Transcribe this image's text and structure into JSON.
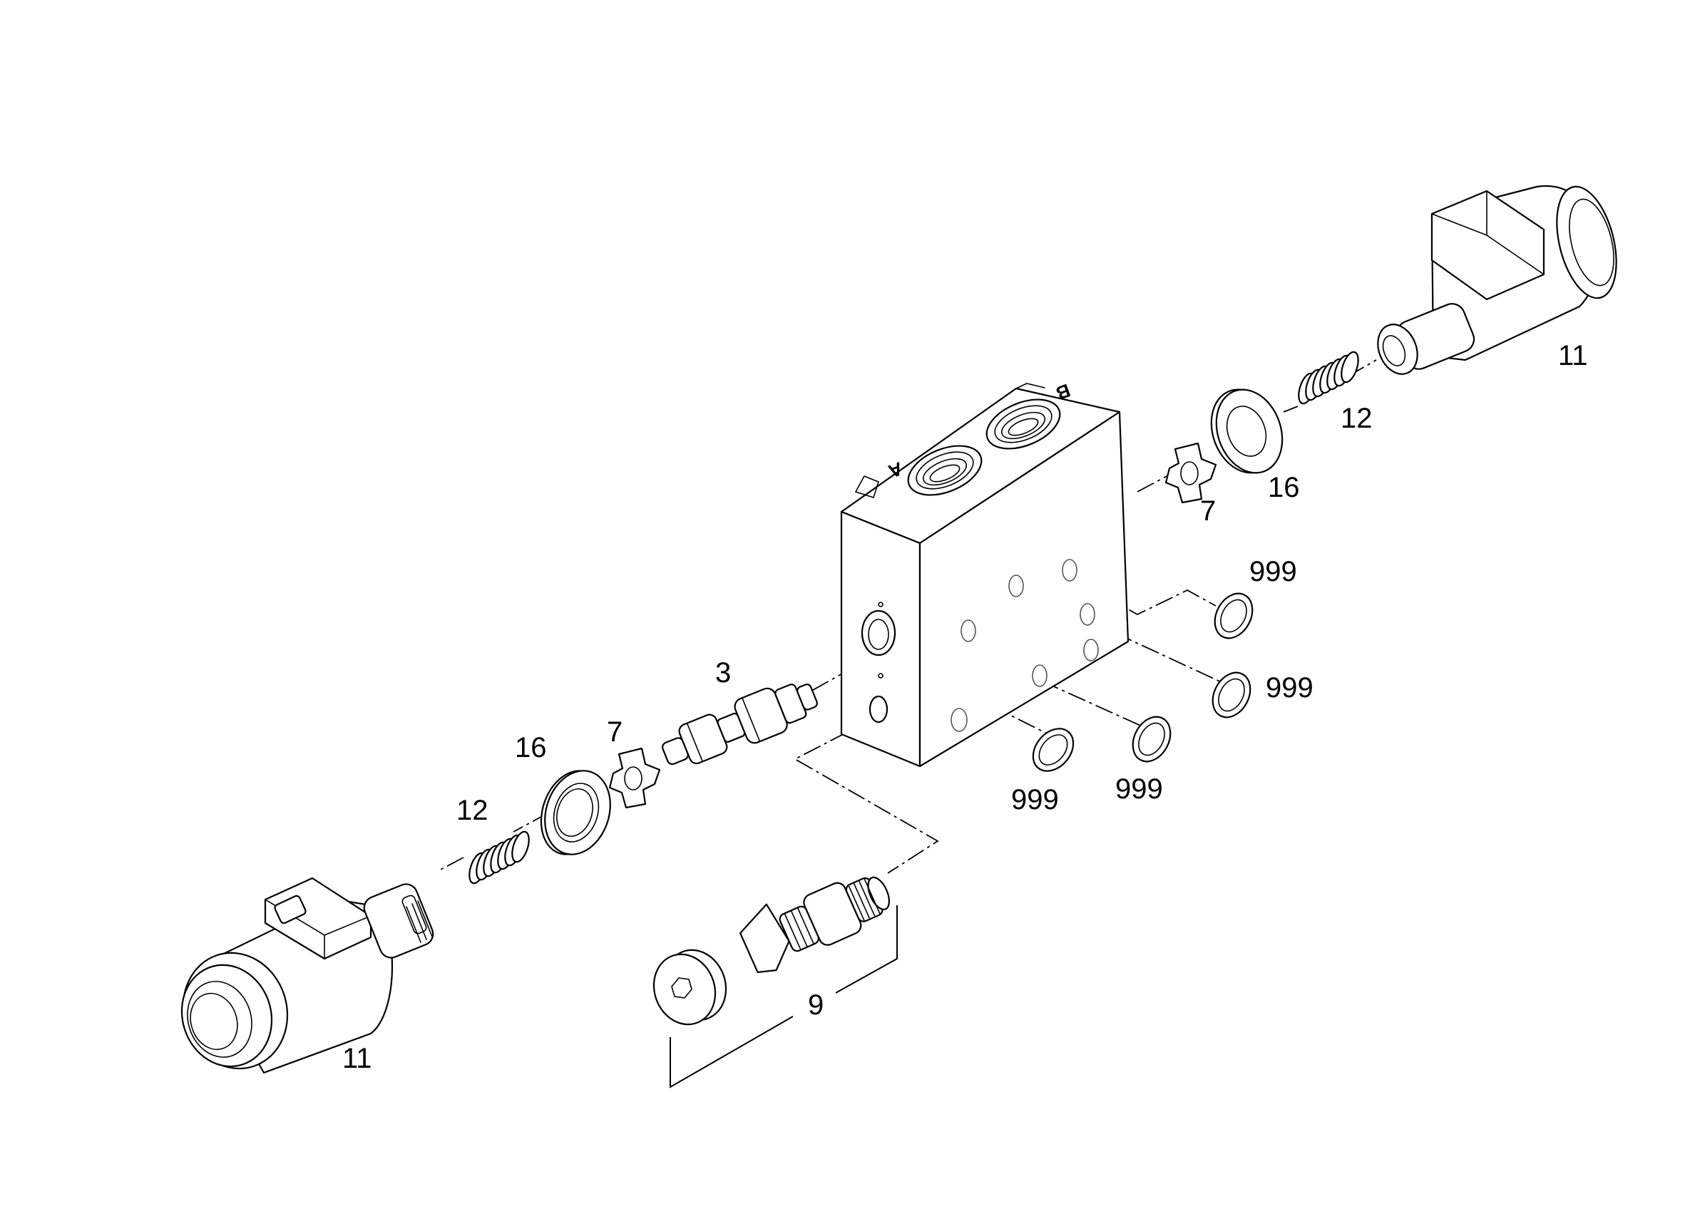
{
  "diagram": {
    "port_labels": {
      "port_a": "A",
      "port_b": "B"
    },
    "callouts": {
      "spool": "3",
      "ring_left": "7",
      "ring_right": "7",
      "valve_insert": "9",
      "coil_left": "11",
      "coil_right": "11",
      "spring_left": "12",
      "spring_right": "12",
      "seal_left": "16",
      "seal_right": "16",
      "oring_top_right": "999",
      "oring_mid_right": "999",
      "oring_bottom_left": "999",
      "oring_bottom_mid": "999"
    },
    "colors": {
      "line": "#000000",
      "background": "#ffffff"
    }
  }
}
